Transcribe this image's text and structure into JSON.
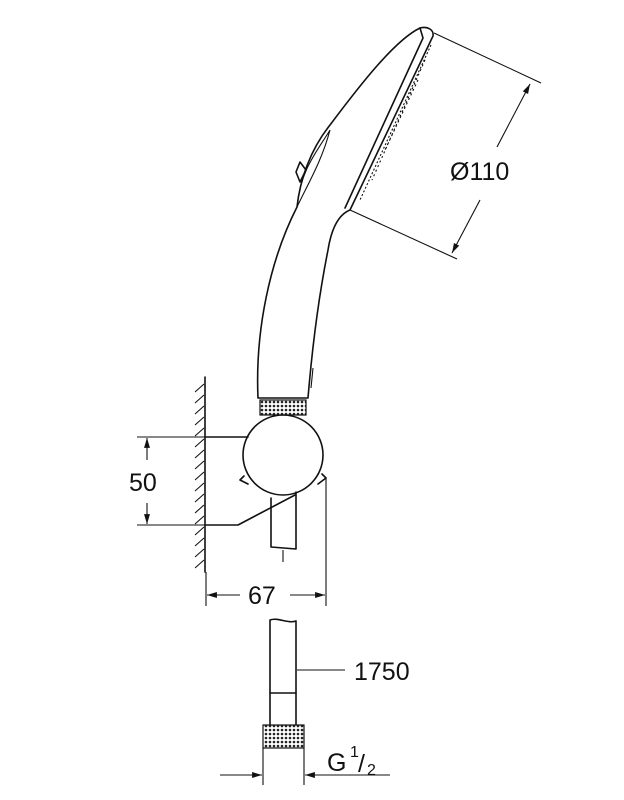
{
  "title": "Hand shower set technical drawing",
  "dimensions": {
    "head_diameter": "Ø110",
    "holder_height": "50",
    "holder_depth": "67",
    "hose_length": "1750",
    "thread_main": "G",
    "thread_num": "1",
    "thread_den": "2"
  },
  "colors": {
    "line": "#111111",
    "background": "#ffffff"
  }
}
